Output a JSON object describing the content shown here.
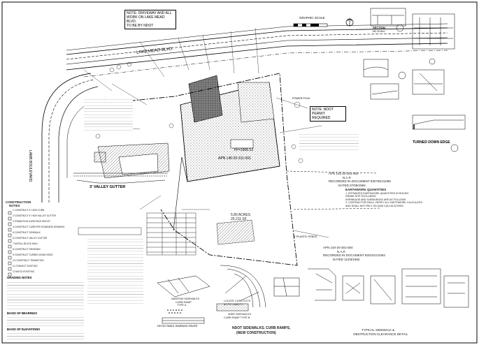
{
  "notes": {
    "driveway": [
      "NOTE: DRIVEWAY AND ALL",
      "WORK ON LAKE MEAD BLVD.",
      "TO BE BY NDOT"
    ],
    "ndot_permit": [
      "NOTE: NDOT",
      "PERMIT REQUIRED"
    ]
  },
  "streets": {
    "lake_mead": "LAKE MEAD BLVD.",
    "lamb": "LAMB BOULEVARD"
  },
  "scale": {
    "label": "GRAPHIC SCALE"
  },
  "parcels": {
    "apn_main": "APN 140-20-311-001",
    "apn_north": [
      "APN 140-20-301-002",
      "N.A.P.",
      "RECORDED IN DOCUMENT 930708:01089",
      "DATED 07/08/1993"
    ],
    "apn_south": [
      "APN 140-20-301-004",
      "N.A.P.",
      "RECORDED IN DOCUMENT 920103:01063",
      "DATED 11/03/1992"
    ],
    "acres": [
      "5.80 ACRES",
      "25,211 SF"
    ],
    "area": [
      "FF=1806.52"
    ]
  },
  "earthwork": {
    "title": "EARTHWORK QUANTITIES",
    "items": [
      "1. ESTIMATED EARTHWORK QUANTITIES IN ROUGH",
      "GRADE SITE EXCLUDING",
      "SHRINKAGE AND SUBSIDENCE ARE AS FOLLOWS",
      "2. CONTRACTOR SHALL VERIFY ALL EARTHWORK CALCULATION",
      "AND SHALL NOT RELY ON SAID CALCULATIONS."
    ]
  },
  "labels": {
    "valley_gutter": "3' VALLEY GUTTER",
    "turned_down": "TURNED DOWN EDGE",
    "sidewalks_title": [
      "NDOT SIDEWALKS, CURB RAMPS,",
      "(NEW CONSTRUCTION)"
    ],
    "typical_sidewalk": [
      "TYPICAL SIDEWALK &",
      "OBSTRUCTION CLEARANCE DETAIL"
    ],
    "narrow_sidewalk": [
      "NARROW SIDEWALKS",
      "CURB RAMP",
      "TYPE A"
    ],
    "wide_sidewalk": [
      "WIDE SIDEWALKS",
      "CURB RAMP TYPE B"
    ],
    "locate_curb": [
      "LOCATE CURB CUTS",
      "AT P.C. AND P.T."
    ],
    "detectable": "DETECTABLE WARNING PAVER",
    "section": "SECTION",
    "no_scale": "NO SCALE",
    "plastic_fence": "6' PLASTIC FENCE",
    "power_pole": "POWER POLE"
  },
  "construction_notes": {
    "title": [
      "CONSTRUCTION",
      "NOTES"
    ],
    "items": [
      "1  CONSTRUCT 6\" HIGH CURB",
      "2  CONSTRUCT 6\" HIGH VALLEY GUTTER",
      "3  TRANSITION CURB FACE HEIGHT",
      "4  CONSTRUCT CURB PER STANDARD DRAWING",
      "5  CONSTRUCT SIDEWALK",
      "6  CONSTRUCT VALLEY GUTTER",
      "7  INSTALL BLOCK WALL",
      "8  CONSTRUCT DRIVEWAY",
      "9  CONSTRUCT TURNED DOWN EDGE",
      "10 CONSTRUCT TRANSITION",
      "11 CONNECT EXISTING",
      "12 MATCH EXISTING"
    ]
  },
  "grading_notes": {
    "title": "GRADING NOTES"
  },
  "basis_of_bearings": {
    "title": "BASIS OF BEARINGS"
  },
  "basis_of_elevations": {
    "title": "BASIS OF ELEVATIONS"
  },
  "colors": {
    "ink": "#000000",
    "hatch": "#555555",
    "paper": "#ffffff"
  }
}
